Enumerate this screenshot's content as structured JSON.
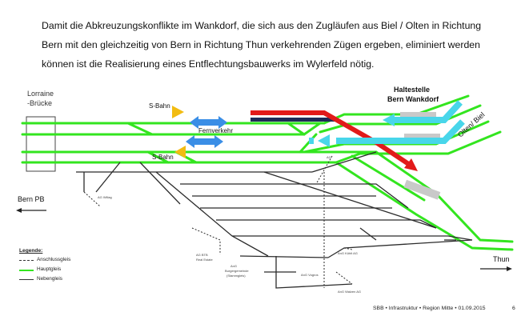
{
  "intro": {
    "line1": "Damit die Abkreuzungskonflikte im Wankdorf, die sich aus den Zugläufen aus Biel / Olten in Richtung",
    "line2": "Bern mit den gleichzeitig von Bern in Richtung Thun verkehrenden Zügen ergeben, eliminiert werden",
    "line3": "können ist die Realisierung eines Entflechtungsbauwerks im Wylerfeld nötig."
  },
  "diagram": {
    "lorraine": "Lorraine",
    "bruecke": "-Brücke",
    "sbahn_top": "S-Bahn",
    "sbahn_bottom": "S-Bahn",
    "fernverkehr": "Fernverkehr",
    "haltestelle_line1": "Haltestelle",
    "haltestelle_line2": "Bern Wankdorf",
    "olten_biel": "Olten/ Biel",
    "bern_pb": "Bern PB",
    "thun": "Thun",
    "small_labels": [
      "AG Willag",
      "AG",
      "AG BTB",
      "Real Estate",
      "AnG",
      "Burgergemeinde",
      "(Stammgleis)",
      "AnG Kühlt AG",
      "AnG Vogros",
      "AnG Walzen AG"
    ],
    "colors": {
      "hauptgleis": "#33e51f",
      "nebengleis": "#2b2b2b",
      "blue_arrow": "#3a8ee6",
      "cyan_arrow": "#48d6ea",
      "red_arrow": "#e21a1a",
      "yellow": "#f2bc12",
      "navy_bar": "#1d2a58"
    }
  },
  "legend": {
    "title": "Legende:",
    "anschlussgleis": "Anschlussgleis",
    "hauptgleis": "Hauptgleis",
    "nebengleis": "Nebengleis"
  },
  "footer": {
    "text": "SBB • Infrastruktur • Region Mitte • 01.09.2015",
    "page": "6"
  }
}
